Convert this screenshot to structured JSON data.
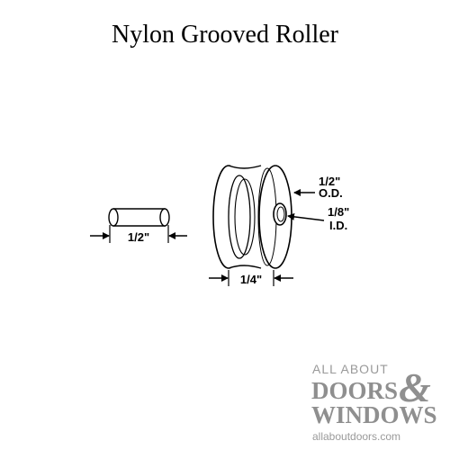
{
  "title": "Nylon Grooved Roller",
  "pin": {
    "length_label": "1/2\""
  },
  "roller": {
    "od_label_line1": "1/2\"",
    "od_label_line2": "O.D.",
    "id_label_line1": "1/8\"",
    "id_label_line2": "I.D.",
    "width_label": "1/4\""
  },
  "watermark": {
    "line1": "ALL ABOUT",
    "line2": "DOORS",
    "ampersand": "&",
    "line3": "WINDOWS",
    "url": "allaboutdoors.com"
  }
}
